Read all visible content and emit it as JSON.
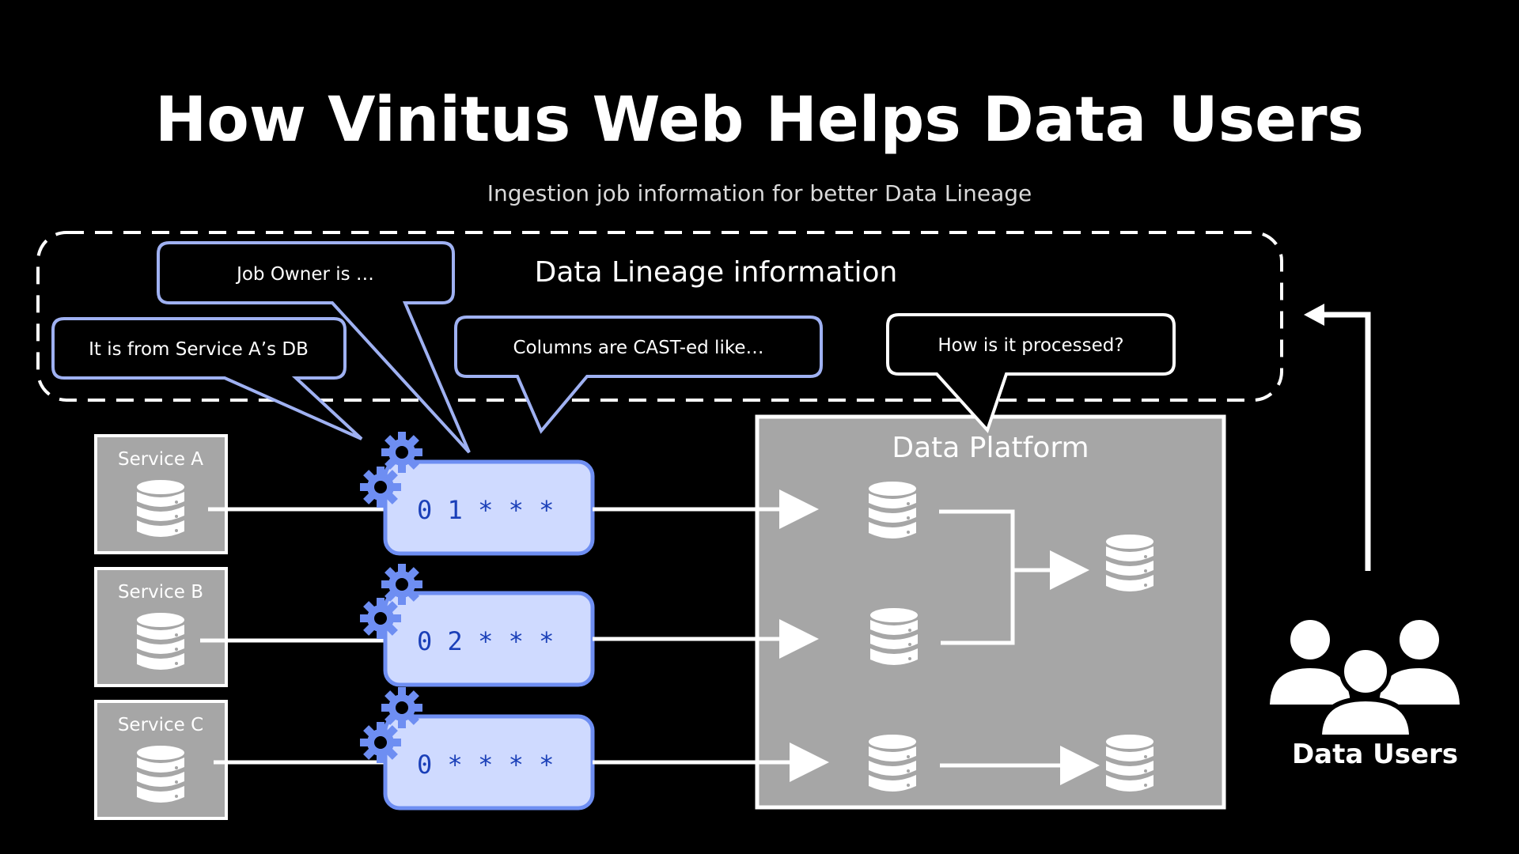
{
  "title": "How Vinitus Web Helps Data Users",
  "subtitle": "Ingestion job information for better Data Lineage",
  "lineage_box_label": "Data Lineage information",
  "callouts": {
    "job_owner": "Job Owner is …",
    "from_service": "It is from Service A’s DB",
    "columns": "Columns are CAST-ed like…",
    "processed": "How is it processed?"
  },
  "services": [
    "Service A",
    "Service B",
    "Service C"
  ],
  "jobs": [
    "0 1 * * *",
    "0 2 * * *",
    "0 * * * *"
  ],
  "platform_label": "Data Platform",
  "users_label": "Data Users",
  "icons": {
    "database": "database-icon",
    "gear": "gear-icon",
    "users": "users-icon"
  },
  "colors": {
    "background": "#000000",
    "panel_gray": "#a6a6a6",
    "job_fill": "#cfdaff",
    "job_stroke": "#6e8ef2",
    "callout_stroke_blue": "#9fb1f2",
    "gear": "#6e8ef2",
    "white": "#ffffff"
  }
}
